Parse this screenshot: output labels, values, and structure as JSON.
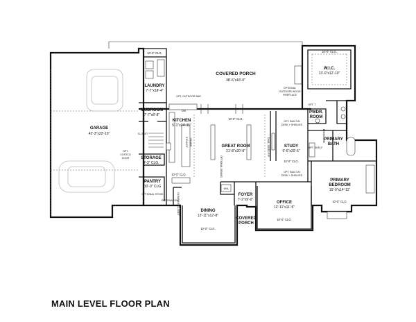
{
  "plan_title": "MAIN LEVEL FLOOR PLAN",
  "rooms": {
    "covered_porch": {
      "name": "COVERED PORCH",
      "dims": "38'-6\"x18'-0\""
    },
    "garage": {
      "name": "GARAGE",
      "dims": "42'-3\"x22'-10\""
    },
    "laundry": {
      "name": "LAUNDRY",
      "dims": "7'-7\"x18'-4\""
    },
    "mudroom": {
      "name": "MUDROOM",
      "dims": "7'-7\"x8'-8\""
    },
    "kitchen": {
      "name": "KITCHEN",
      "dims": "5'-1\"x24'-11\""
    },
    "great_room": {
      "name": "GREAT ROOM",
      "dims": "21'-8\"x20'-8\""
    },
    "study": {
      "name": "STUDY",
      "dims": "9'-6\"x20'-6\""
    },
    "wic": {
      "name": "W.I.C.",
      "dims": "13'-0\"x12'-10\""
    },
    "pwdr": {
      "name": "PWDR.",
      "name2": "ROOM"
    },
    "primary_bath": {
      "name": "PRIMARY",
      "name2": "BATH"
    },
    "primary_bedroom": {
      "name": "PRIMARY",
      "name2": "BEDROOM",
      "dims": "15'-0\"x14'-11\""
    },
    "storage": {
      "name": "STORAGE",
      "dims": "4'-3\" CLG."
    },
    "pantry": {
      "name": "PANTRY",
      "dims": "10'-0\" CLG"
    },
    "dining": {
      "name": "DINING",
      "dims": "12'-11\"x12'-8\""
    },
    "foyer": {
      "name": "FOYER",
      "dims": "7'-2\"x9'-0\""
    },
    "office": {
      "name": "OFFICE",
      "dims": "12'-11\"x11'-5\""
    },
    "covered_porch_front": {
      "name": "COVERED",
      "name2": "PORCH"
    }
  },
  "ceilings": {
    "laundry": "10'-0\" CLG.",
    "wic": "10'-0\" CLG.",
    "great_room": "10'-0\" CLG.",
    "kitchen": "10'-0\" CLG.",
    "study": "10'-0\" CLG.",
    "dining": "10'-0\" CLG.",
    "office": "10'-0\" CLG.",
    "primary_bedroom": "10'-0\" CLG."
  },
  "notes": {
    "outdoor_bar": "OPT. OUTDOOR BAR",
    "fireplace_1": "OPTIONAL",
    "fireplace_2": "OUTDOOR WOOD",
    "fireplace_3": "FIREPLACE",
    "closet": "CLOSET",
    "costco_1": "OPT.",
    "costco_2": "COSTCO",
    "costco_3": "DOOR",
    "island_1": "5'6\"x16'9\"",
    "island_2": "ISLAND",
    "beams": "OPTIONAL BEAMS",
    "dual_fp": "DUAL-SIDED F/P",
    "bookshelf_top_1": "OPT. BUILT-IN",
    "bookshelf_top_2": "DESK + SHELVES",
    "bookshelf_bot_1": "OPT. BUILT-IN",
    "bookshelf_bot_2": "DESK + SHELVES",
    "cleaning_closet": "CLEANING CLOSET",
    "optional_stove": "OPTIONAL STOVE",
    "optional_dw": "OPTIONAL DW",
    "dw": "DW",
    "wa": "W/A",
    "bookcase": "BOOKCASE",
    "opt_t": "OPT. T",
    "opt_shelf": "OPT. SHELF"
  }
}
